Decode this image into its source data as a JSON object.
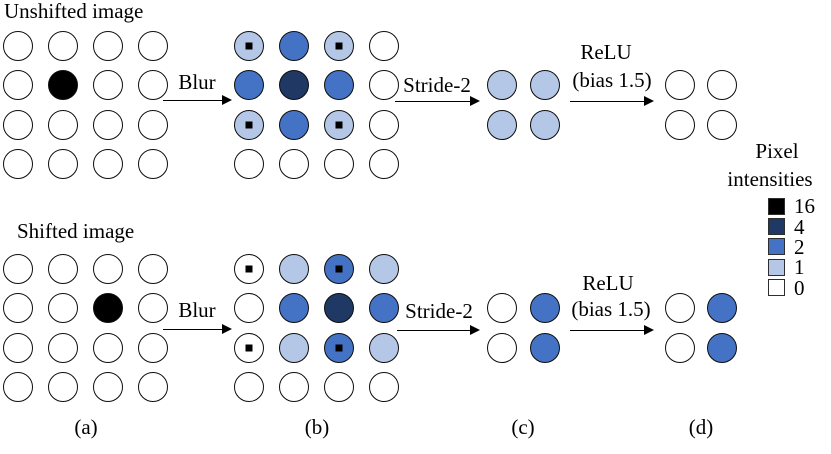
{
  "titles": {
    "top": "Unshifted image",
    "bottom": "Shifted image"
  },
  "operations": {
    "blur": "Blur",
    "stride": "Stride-2",
    "relu_line1": "ReLU",
    "relu_line2": "(bias 1.5)"
  },
  "value_colors": {
    "0": "#ffffff",
    "1": "#b4c7e7",
    "2": "#4472c4",
    "4": "#1f3864",
    "16": "#000000"
  },
  "panels": {
    "top": {
      "input": {
        "values": [
          [
            0,
            0,
            0,
            0
          ],
          [
            0,
            16,
            0,
            0
          ],
          [
            0,
            0,
            0,
            0
          ],
          [
            0,
            0,
            0,
            0
          ]
        ],
        "dots": []
      },
      "blurred": {
        "values": [
          [
            1,
            2,
            1,
            0
          ],
          [
            2,
            4,
            2,
            0
          ],
          [
            1,
            2,
            1,
            0
          ],
          [
            0,
            0,
            0,
            0
          ]
        ],
        "dots": [
          [
            0,
            0
          ],
          [
            0,
            2
          ],
          [
            2,
            0
          ],
          [
            2,
            2
          ]
        ]
      },
      "strided": {
        "values": [
          [
            1,
            1
          ],
          [
            1,
            1
          ]
        ],
        "dots": []
      },
      "relu": {
        "values": [
          [
            0,
            0
          ],
          [
            0,
            0
          ]
        ],
        "dots": []
      }
    },
    "bottom": {
      "input": {
        "values": [
          [
            0,
            0,
            0,
            0
          ],
          [
            0,
            0,
            16,
            0
          ],
          [
            0,
            0,
            0,
            0
          ],
          [
            0,
            0,
            0,
            0
          ]
        ],
        "dots": []
      },
      "blurred": {
        "values": [
          [
            0,
            1,
            2,
            1
          ],
          [
            0,
            2,
            4,
            2
          ],
          [
            0,
            1,
            2,
            1
          ],
          [
            0,
            0,
            0,
            0
          ]
        ],
        "dots": [
          [
            0,
            0
          ],
          [
            0,
            2
          ],
          [
            2,
            0
          ],
          [
            2,
            2
          ]
        ]
      },
      "strided": {
        "values": [
          [
            0,
            2
          ],
          [
            0,
            2
          ]
        ],
        "dots": []
      },
      "relu": {
        "values": [
          [
            0,
            2
          ],
          [
            0,
            2
          ]
        ],
        "dots": []
      }
    }
  },
  "legend": {
    "title_line1": "Pixel",
    "title_line2": "intensities",
    "entries": [
      {
        "label": "16",
        "color": "#000000"
      },
      {
        "label": "4",
        "color": "#1f3864"
      },
      {
        "label": "2",
        "color": "#4472c4"
      },
      {
        "label": "1",
        "color": "#b4c7e7"
      },
      {
        "label": "0",
        "color": "#ffffff"
      }
    ]
  },
  "captions": {
    "a": "(a)",
    "b": "(b)",
    "c": "(c)",
    "d": "(d)"
  }
}
